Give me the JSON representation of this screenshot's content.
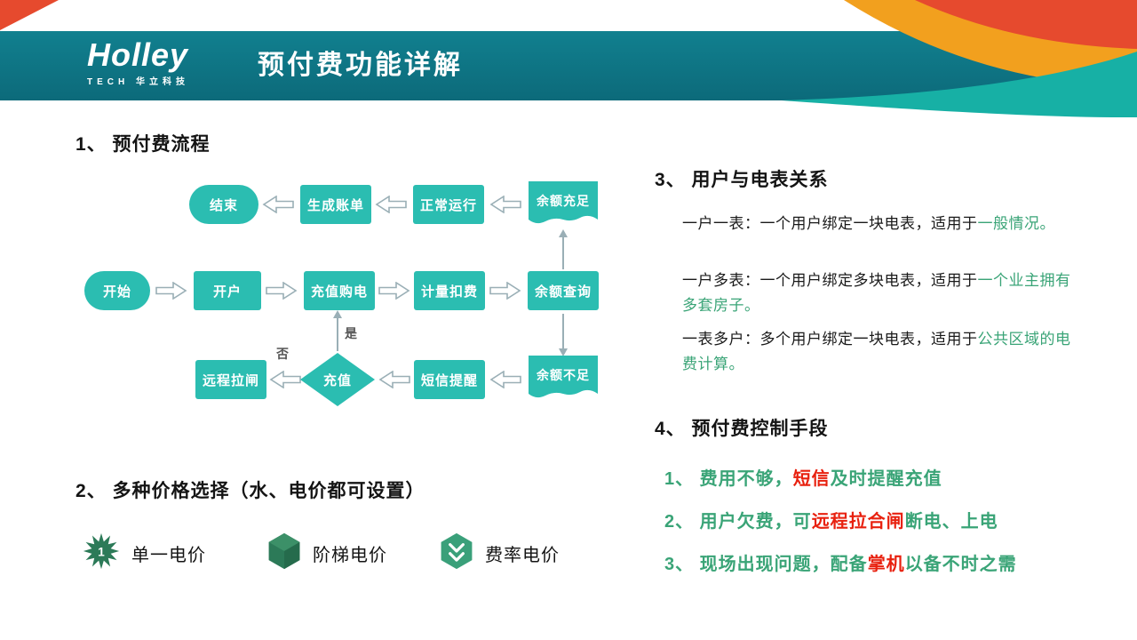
{
  "header": {
    "logo_text": "Holley",
    "logo_sub": "TECH 华立科技",
    "title": "预付费功能详解"
  },
  "section1": {
    "heading": "1、 预付费流程",
    "flow": {
      "end": "结束",
      "bill": "生成账单",
      "normal": "正常运行",
      "balance_ok": "余额充足",
      "start": "开始",
      "open": "开户",
      "recharge_buy": "充值购电",
      "metering": "计量扣费",
      "balance_query": "余额查询",
      "remote_trip": "远程拉闸",
      "recharge": "充值",
      "sms": "短信提醒",
      "balance_low": "余额不足",
      "yes": "是",
      "no": "否"
    }
  },
  "section2": {
    "heading": "2、 多种价格选择（水、电价都可设置）",
    "items": [
      {
        "label": "单一电价"
      },
      {
        "label": "阶梯电价"
      },
      {
        "label": "费率电价"
      }
    ]
  },
  "section3": {
    "heading": "3、 用户与电表关系",
    "paragraphs": [
      {
        "normal": "一户一表：一个用户绑定一块电表，适用于",
        "highlight": "一般情况。"
      },
      {
        "normal": "一户多表：一个用户绑定多块电表，适用于",
        "highlight": "一个业主拥有多套房子。"
      },
      {
        "normal": "一表多户：多个用户绑定一块电表，适用于",
        "highlight": "公共区域的电费计算。"
      }
    ]
  },
  "section4": {
    "heading": "4、 预付费控制手段",
    "items": [
      {
        "pre": "1、 费用不够，",
        "red": "短信",
        "post": "及时提醒充值"
      },
      {
        "pre": "2、 用户欠费，可",
        "red": "远程拉合闸",
        "post": "断电、上电"
      },
      {
        "pre": "3、 现场出现问题，配备",
        "red": "掌机",
        "post": "以备不时之需"
      }
    ]
  },
  "palette": {
    "header_teal": "#0f7080",
    "node_teal": "#2bbdb1",
    "accent_green": "#3aa477",
    "accent_red": "#e8210f",
    "ribbon_orange": "#f2a01e",
    "ribbon_red": "#e64a2e",
    "ribbon_teal": "#17b0a5"
  }
}
